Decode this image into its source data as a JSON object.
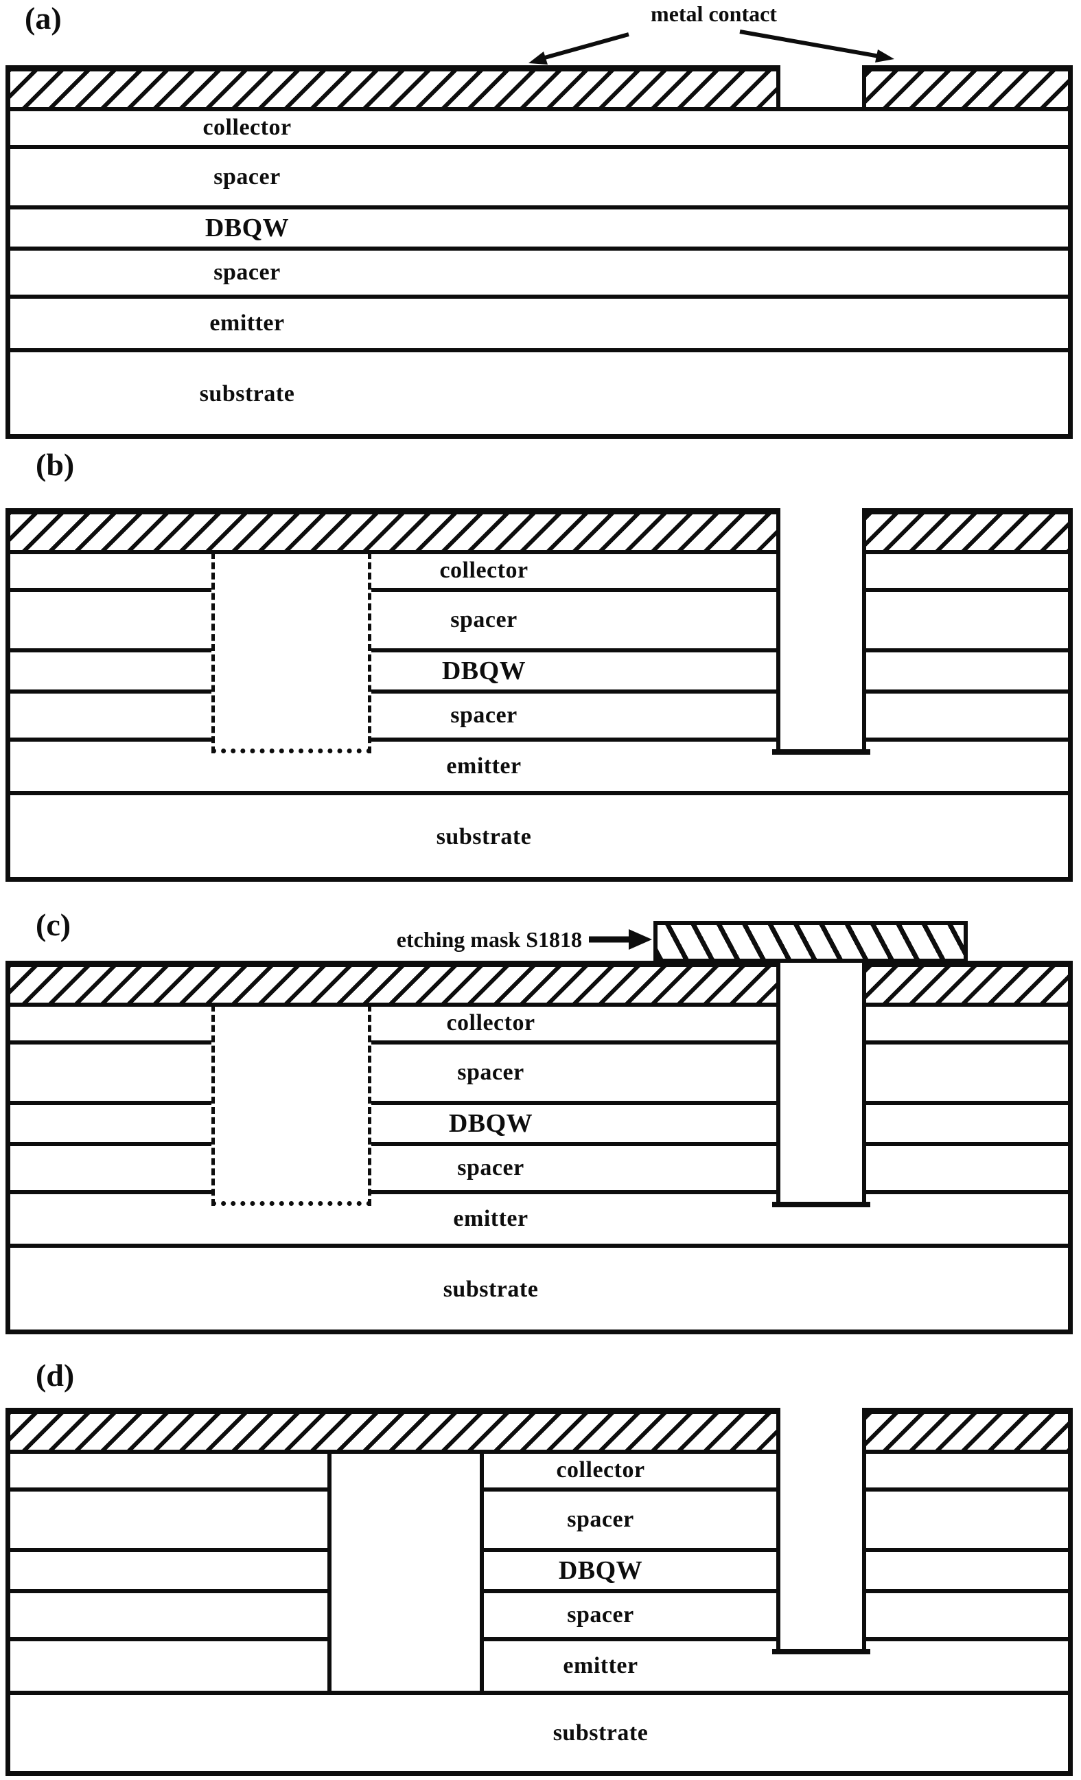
{
  "figure": {
    "description_colors": {
      "ink": "#0d0d0d",
      "background": "#ffffff"
    }
  },
  "panels": [
    {
      "label": "(a)",
      "annotation": "metal contact",
      "layers": [
        "collector",
        "spacer",
        "DBQW",
        "spacer",
        "emitter",
        "substrate"
      ]
    },
    {
      "label": "(b)",
      "layers": [
        "collector",
        "spacer",
        "DBQW",
        "spacer",
        "emitter",
        "substrate"
      ]
    },
    {
      "label": "(c)",
      "annotation": "etching mask S1818",
      "layers": [
        "collector",
        "spacer",
        "DBQW",
        "spacer",
        "emitter",
        "substrate"
      ]
    },
    {
      "label": "(d)",
      "layers": [
        "collector",
        "spacer",
        "DBQW",
        "spacer",
        "emitter",
        "substrate"
      ]
    }
  ]
}
